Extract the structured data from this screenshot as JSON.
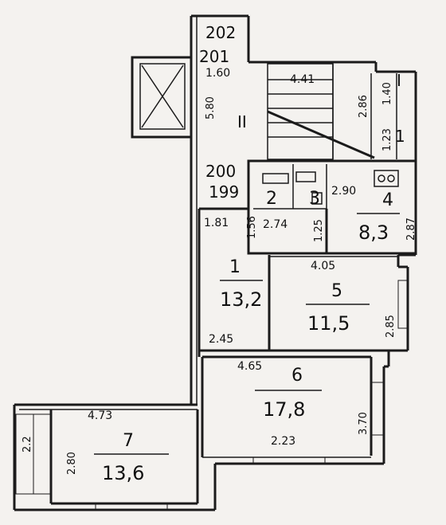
{
  "floor_plan": {
    "corridor_labels": {
      "n202": "202",
      "n201": "201",
      "n200": "200",
      "n199": "199",
      "stair_roman": "II",
      "right_roman": "I",
      "right_one": "1"
    },
    "rooms": {
      "r1": {
        "number": "1",
        "area": "13,2"
      },
      "r2": {
        "number": "2"
      },
      "r3": {
        "number": "3"
      },
      "r4": {
        "number": "4",
        "area": "8,3"
      },
      "r5": {
        "number": "5",
        "area": "11,5"
      },
      "r6": {
        "number": "6",
        "area": "17,8"
      },
      "r7": {
        "number": "7",
        "area": "13,6"
      }
    },
    "dimensions": {
      "d160": "1.60",
      "d580": "5.80",
      "d441": "4.41",
      "d286": "2.86",
      "d140": "1.40",
      "d123": "1.23",
      "d290": "2.90",
      "d287": "2.87",
      "d181": "1.81",
      "d156": "1.56",
      "d274": "2.74",
      "d125": "1.25",
      "d405": "4.05",
      "d285": "2.85",
      "d245": "2.45",
      "d465": "4.65",
      "d370": "3.70",
      "d223": "2.23",
      "d473": "4.73",
      "d22": "2.2",
      "d280": "2.80"
    }
  }
}
